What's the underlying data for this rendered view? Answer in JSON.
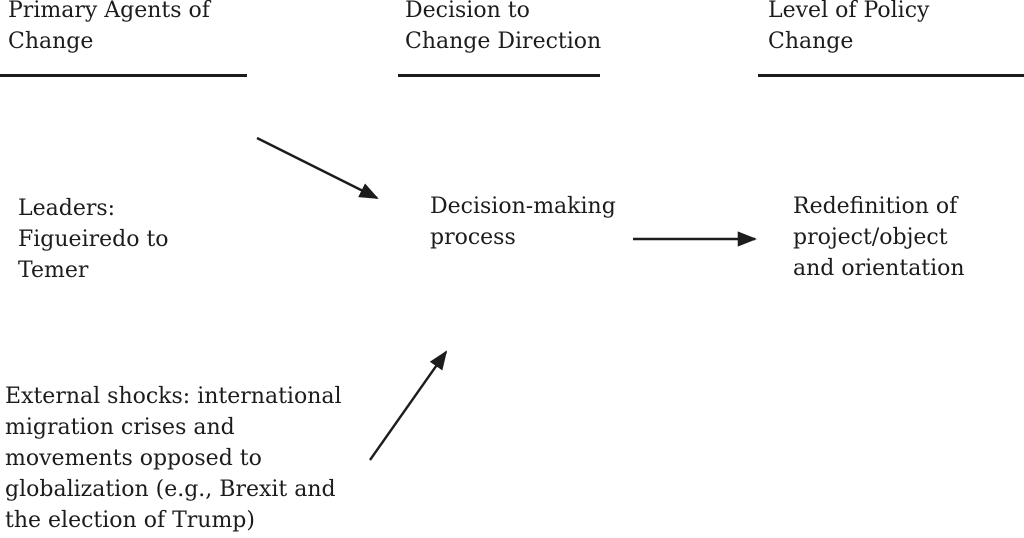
{
  "diagram": {
    "background_color": "#ffffff",
    "ink_color": "#1c1c1c",
    "column_headers": [
      {
        "label": "Primary Agents of\nChange"
      },
      {
        "label": "Decision to\nChange Direction"
      },
      {
        "label": "Level of Policy\nChange"
      }
    ],
    "nodes": {
      "leaders": {
        "text": "Leaders:\nFigueiredo to\nTemer"
      },
      "decision_process": {
        "text": "Decision-making\nprocess"
      },
      "redefinition": {
        "text": "Redefinition of\nproject/object\nand orientation"
      },
      "external_shocks": {
        "text": "External shocks: international\nmigration crises and\nmovements opposed to\nglobalization (e.g., Brexit and\nthe election of Trump)"
      }
    },
    "arrows": [
      {
        "name": "leaders-to-decision-process",
        "direction": "down-right"
      },
      {
        "name": "decision-process-to-redefinition",
        "direction": "right"
      },
      {
        "name": "external-shocks-to-decision-process",
        "direction": "up-right"
      }
    ]
  }
}
